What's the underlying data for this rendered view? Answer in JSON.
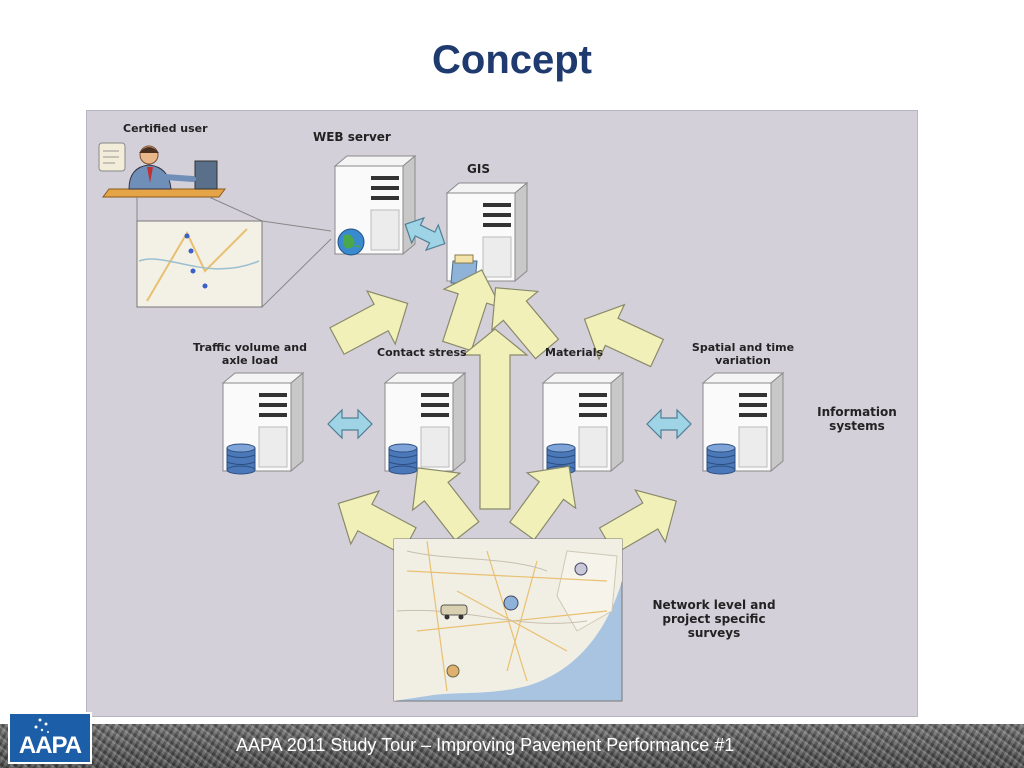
{
  "slide": {
    "title": "Concept",
    "footer": "AAPA 2011 Study Tour – Improving Pavement Performance #1",
    "logo_text": "AAPA"
  },
  "diagram": {
    "certified_user": "Certified user",
    "web_server": "WEB server",
    "gis": "GIS",
    "traffic_l1": "Traffic volume and",
    "traffic_l2": "axle load",
    "contact_stress": "Contact stress",
    "materials": "Materials",
    "spatial_l1": "Spatial and time",
    "spatial_l2": "variation",
    "info_l1": "Information",
    "info_l2": "systems",
    "network_l1": "Network level and",
    "network_l2": "project specific",
    "network_l3": "surveys"
  },
  "colors": {
    "title": "#1f3a6e",
    "arrow_fill": "#f1f0b8",
    "exchange_arrow": "#9fd3e6",
    "database": "#4a78b8",
    "footer_logo": "#1d5ea8"
  }
}
